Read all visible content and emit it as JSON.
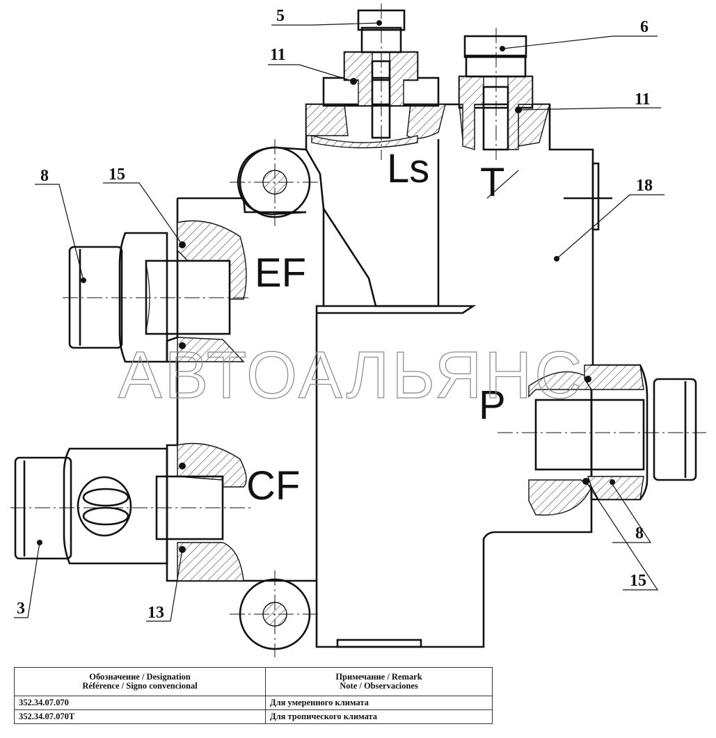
{
  "ports": {
    "ls": "Ls",
    "t": "T",
    "ef": "EF",
    "cf": "CF",
    "p": "P"
  },
  "callouts": {
    "c5": "5",
    "c6": "6",
    "c11_left": "11",
    "c11_right": "11",
    "c8_left": "8",
    "c8_right": "8",
    "c15_left": "15",
    "c15_right": "15",
    "c18": "18",
    "c3": "3",
    "c13": "13"
  },
  "watermark": "АВТОАЛЬЯНС",
  "table": {
    "headers": [
      [
        "Обозначение / Designation",
        "Référence / Signo convencional"
      ],
      [
        "Примечание / Remark",
        "Note / Observaciones"
      ]
    ],
    "rows": [
      [
        "352.34.07.070",
        "Для умеренного климата"
      ],
      [
        "352.34.07.070Т",
        "Для тропического климата"
      ]
    ]
  }
}
